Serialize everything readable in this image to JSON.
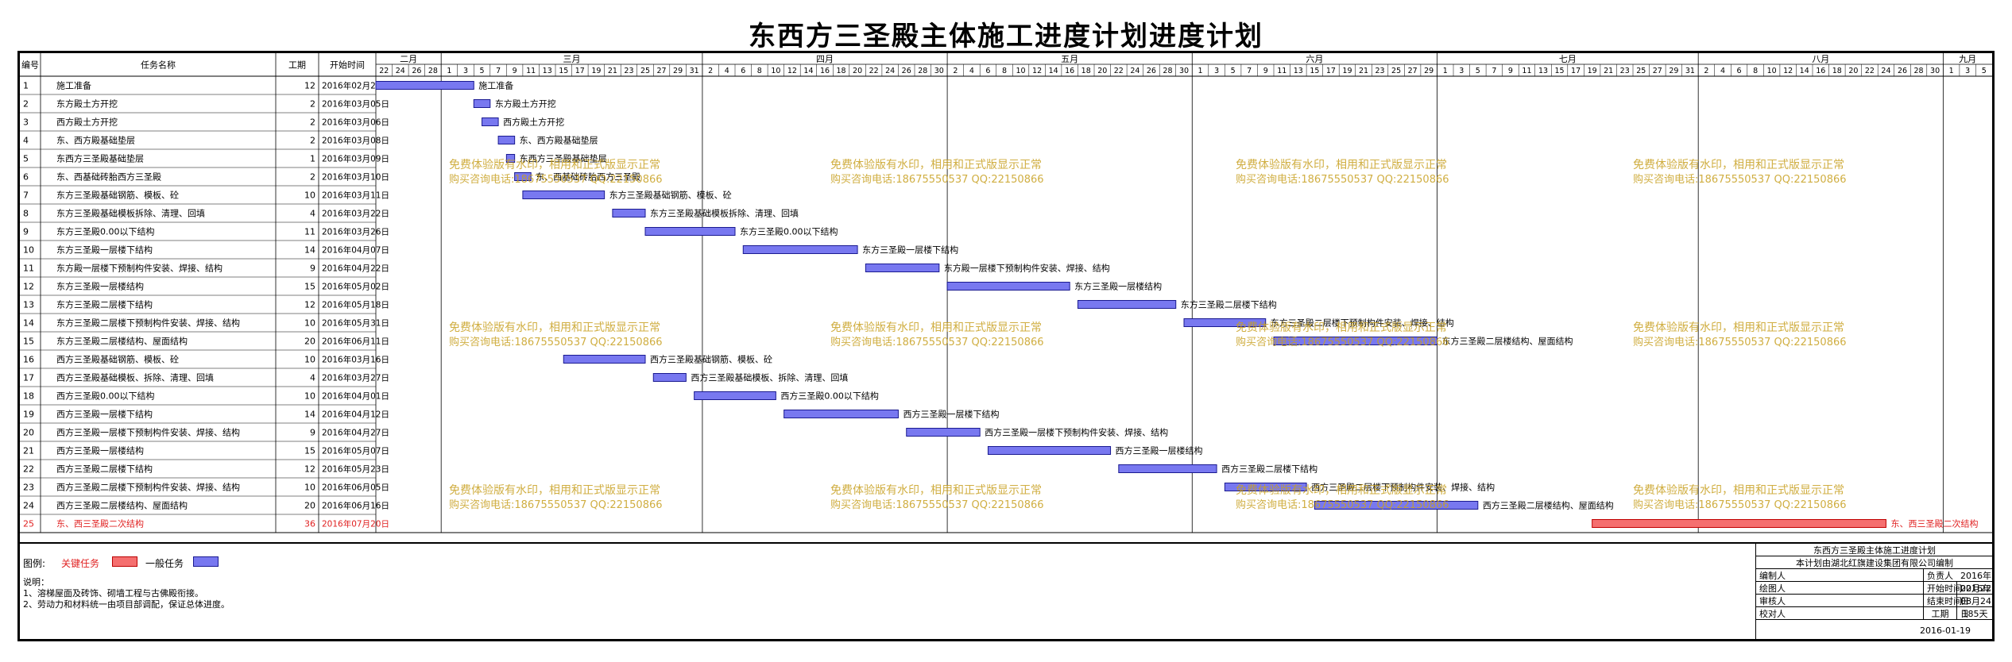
{
  "title": "东西方三圣殿主体施工进度计划进度计划",
  "headers": {
    "id": "编号",
    "name": "任务名称",
    "dur": "工期",
    "start": "开始时间"
  },
  "months": [
    {
      "label": "二月",
      "days": [
        "22",
        "24",
        "26",
        "28"
      ]
    },
    {
      "label": "三月",
      "days": [
        "1",
        "3",
        "5",
        "7",
        "9",
        "11",
        "13",
        "15",
        "17",
        "19",
        "21",
        "23",
        "25",
        "27",
        "29",
        "31"
      ]
    },
    {
      "label": "四月",
      "days": [
        "2",
        "4",
        "6",
        "8",
        "10",
        "12",
        "14",
        "16",
        "18",
        "20",
        "22",
        "24",
        "26",
        "28",
        "30"
      ]
    },
    {
      "label": "五月",
      "days": [
        "2",
        "4",
        "6",
        "8",
        "10",
        "12",
        "14",
        "16",
        "18",
        "20",
        "22",
        "24",
        "26",
        "28",
        "30"
      ]
    },
    {
      "label": "六月",
      "days": [
        "1",
        "3",
        "5",
        "7",
        "9",
        "11",
        "13",
        "15",
        "17",
        "19",
        "21",
        "23",
        "25",
        "27",
        "29"
      ]
    },
    {
      "label": "七月",
      "days": [
        "1",
        "3",
        "5",
        "7",
        "9",
        "11",
        "13",
        "15",
        "17",
        "19",
        "21",
        "23",
        "25",
        "27",
        "29",
        "31"
      ]
    },
    {
      "label": "八月",
      "days": [
        "2",
        "4",
        "6",
        "8",
        "10",
        "12",
        "14",
        "16",
        "18",
        "20",
        "22",
        "24",
        "26",
        "28",
        "30"
      ]
    },
    {
      "label": "九月",
      "days": [
        "1",
        "3",
        "5"
      ]
    }
  ],
  "tasks": [
    {
      "id": "1",
      "name": "施工准备",
      "dur": "12",
      "start": "2016年02月22日",
      "s": 0,
      "d": 12,
      "crit": false
    },
    {
      "id": "2",
      "name": "东方殿土方开挖",
      "dur": "2",
      "start": "2016年03月05日",
      "s": 12,
      "d": 2,
      "crit": false
    },
    {
      "id": "3",
      "name": "西方殿土方开挖",
      "dur": "2",
      "start": "2016年03月06日",
      "s": 13,
      "d": 2,
      "crit": false
    },
    {
      "id": "4",
      "name": "东、西方殿基础垫层",
      "dur": "2",
      "start": "2016年03月08日",
      "s": 15,
      "d": 2,
      "crit": false
    },
    {
      "id": "5",
      "name": "东西方三圣殿基础垫层",
      "dur": "1",
      "start": "2016年03月09日",
      "s": 16,
      "d": 1,
      "crit": false
    },
    {
      "id": "6",
      "name": "东、西基础砖胎西方三圣殿",
      "dur": "2",
      "start": "2016年03月10日",
      "s": 17,
      "d": 2,
      "crit": false
    },
    {
      "id": "7",
      "name": "东方三圣殿基础钢筋、模板、砼",
      "dur": "10",
      "start": "2016年03月11日",
      "s": 18,
      "d": 10,
      "crit": false
    },
    {
      "id": "8",
      "name": "东方三圣殿基础模板拆除、清理、回填",
      "dur": "4",
      "start": "2016年03月22日",
      "s": 29,
      "d": 4,
      "crit": false
    },
    {
      "id": "9",
      "name": "东方三圣殿0.00以下结构",
      "dur": "11",
      "start": "2016年03月26日",
      "s": 33,
      "d": 11,
      "crit": false
    },
    {
      "id": "10",
      "name": "东方三圣殿一层楼下结构",
      "dur": "14",
      "start": "2016年04月07日",
      "s": 45,
      "d": 14,
      "crit": false
    },
    {
      "id": "11",
      "name": "东方殿一层楼下预制构件安装、焊接、结构",
      "dur": "9",
      "start": "2016年04月22日",
      "s": 60,
      "d": 9,
      "crit": false
    },
    {
      "id": "12",
      "name": "东方三圣殿一层楼结构",
      "dur": "15",
      "start": "2016年05月02日",
      "s": 70,
      "d": 15,
      "crit": false
    },
    {
      "id": "13",
      "name": "东方三圣殿二层楼下结构",
      "dur": "12",
      "start": "2016年05月18日",
      "s": 86,
      "d": 12,
      "crit": false
    },
    {
      "id": "14",
      "name": "东方三圣殿二层楼下预制构件安装、焊接、结构",
      "dur": "10",
      "start": "2016年05月31日",
      "s": 99,
      "d": 10,
      "crit": false
    },
    {
      "id": "15",
      "name": "东方三圣殿二层楼结构、屋面结构",
      "dur": "20",
      "start": "2016年06月11日",
      "s": 110,
      "d": 20,
      "crit": false
    },
    {
      "id": "16",
      "name": "西方三圣殿基础钢筋、模板、砼",
      "dur": "10",
      "start": "2016年03月16日",
      "s": 23,
      "d": 10,
      "crit": false
    },
    {
      "id": "17",
      "name": "西方三圣殿基础模板、拆除、清理、回填",
      "dur": "4",
      "start": "2016年03月27日",
      "s": 34,
      "d": 4,
      "crit": false
    },
    {
      "id": "18",
      "name": "西方三圣殿0.00以下结构",
      "dur": "10",
      "start": "2016年04月01日",
      "s": 39,
      "d": 10,
      "crit": false
    },
    {
      "id": "19",
      "name": "西方三圣殿一层楼下结构",
      "dur": "14",
      "start": "2016年04月12日",
      "s": 50,
      "d": 14,
      "crit": false
    },
    {
      "id": "20",
      "name": "西方三圣殿一层楼下预制构件安装、焊接、结构",
      "dur": "9",
      "start": "2016年04月27日",
      "s": 65,
      "d": 9,
      "crit": false
    },
    {
      "id": "21",
      "name": "西方三圣殿一层楼结构",
      "dur": "15",
      "start": "2016年05月07日",
      "s": 75,
      "d": 15,
      "crit": false
    },
    {
      "id": "22",
      "name": "西方三圣殿二层楼下结构",
      "dur": "12",
      "start": "2016年05月23日",
      "s": 91,
      "d": 12,
      "crit": false
    },
    {
      "id": "23",
      "name": "西方三圣殿二层楼下预制构件安装、焊接、结构",
      "dur": "10",
      "start": "2016年06月05日",
      "s": 104,
      "d": 10,
      "crit": false
    },
    {
      "id": "24",
      "name": "西方三圣殿二层楼结构、屋面结构",
      "dur": "20",
      "start": "2016年06月16日",
      "s": 115,
      "d": 20,
      "crit": false
    },
    {
      "id": "25",
      "name": "东、西三圣殿二次结构",
      "dur": "36",
      "start": "2016年07月20日",
      "s": 149,
      "d": 36,
      "crit": true
    }
  ],
  "bar_labels": [
    "施工准备",
    "东方殿土方开挖",
    "西方殿土方开挖",
    "东、西方殿基础垫层",
    "东西方三圣殿基础垫层",
    "东、西基础砖胎西方三圣殿",
    "东方三圣殿基础钢筋、模板、砼",
    "东方三圣殿基础模板拆除、清理、回填",
    "东方三圣殿0.00以下结构",
    "东方三圣殿一层楼下结构",
    "东方殿一层楼下预制构件安装、焊接、结构",
    "东方三圣殿一层楼结构",
    "东方三圣殿二层楼下结构",
    "东方三圣殿二层楼下预制构件安装、焊接、结构",
    "东方三圣殿二层楼结构、屋面结构",
    "西方三圣殿基础钢筋、模板、砼",
    "西方三圣殿基础模板、拆除、清理、回填",
    "西方三圣殿0.00以下结构",
    "西方三圣殿一层楼下结构",
    "西方三圣殿一层楼下预制构件安装、焊接、结构",
    "西方三圣殿一层楼结构",
    "西方三圣殿二层楼下结构",
    "西方三圣殿二层楼下预制构件安装、焊接、结构",
    "西方三圣殿二层楼结构、屋面结构",
    "东、西三圣殿二次结构"
  ],
  "watermark": {
    "line1": "免费体验版有水印，相用和正式版显示正常",
    "line2": "购买咨询电话:18675550537 QQ:22150866"
  },
  "legend": {
    "label": "图例:",
    "critical": "关键任务",
    "normal": "一般任务"
  },
  "notes": {
    "title": "说明：",
    "line1": "1、溶梯屋面及砖饰、砌墙工程与古佛殿衔接。",
    "line2": "2、劳动力和材料统一由项目部调配，保证总体进度。"
  },
  "info": {
    "project": "东西方三圣殿主体施工进度计划",
    "company": "本计划由湖北红旗建设集团有限公司编制",
    "k_author": "编制人",
    "k_owner": "负责人",
    "k_draw": "绘图人",
    "k_start": "开始时间",
    "v_start": "2016年02月22日",
    "k_review": "审核人",
    "k_end": "结束时间",
    "v_end": "2016年08月24日",
    "k_check": "校对人",
    "k_dur": "工期",
    "v_dur": "185天",
    "date": "2016-01-19"
  },
  "colors": {
    "normal_fill": "#7878f0",
    "normal_stroke": "#1a1a90",
    "crit_fill": "#f56f6f",
    "crit_stroke": "#c00000",
    "crit_text": "#e02020",
    "watermark": "#c8a020"
  }
}
